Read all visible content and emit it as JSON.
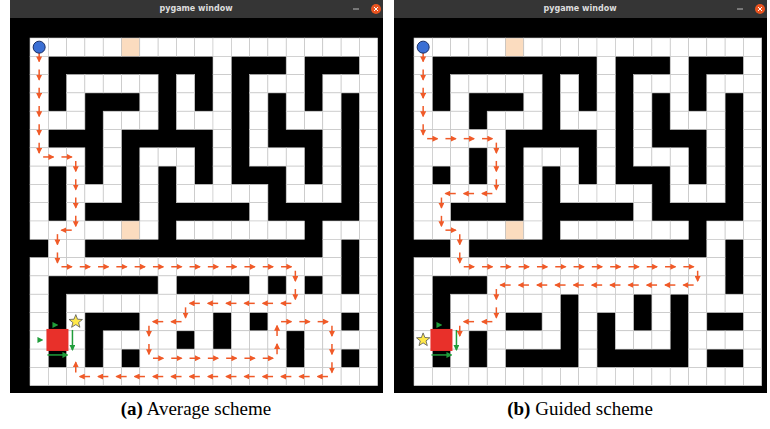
{
  "diagram": {
    "labels": [
      "pygame window",
      "pygame window",
      "(a)",
      "Average scheme",
      "(b)",
      "Guided scheme"
    ]
  }
}
